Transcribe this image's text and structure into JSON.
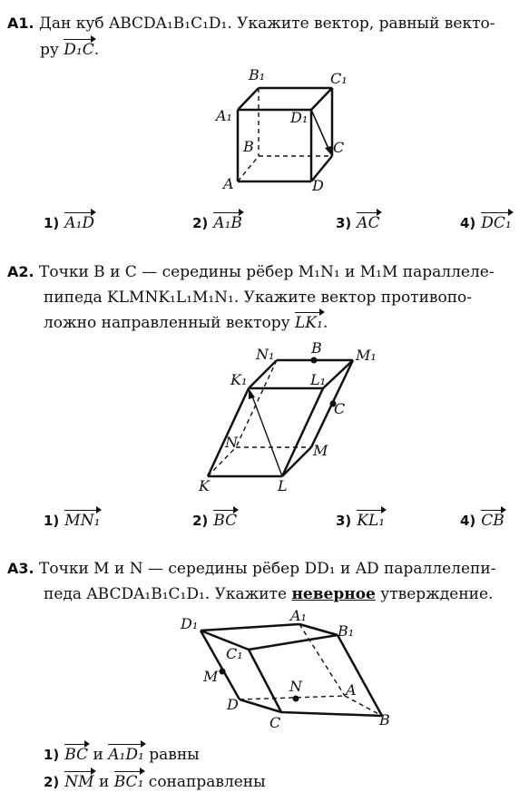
{
  "a1": {
    "num": "A1.",
    "line1": "Дан куб ABCDA₁B₁C₁D₁. Укажите вектор, равный векто-",
    "line2_prefix": "ру",
    "vec": "D₁C",
    "line2_suffix": ".",
    "figure_labels": {
      "A1": "A₁",
      "B1": "B₁",
      "C1": "C₁",
      "D1": "D₁",
      "A": "A",
      "B": "B",
      "C": "C",
      "D": "D"
    },
    "answers": [
      "1)",
      "A₁D",
      "2)",
      "A₁B",
      "3)",
      "AC",
      "4)",
      "DC₁"
    ]
  },
  "a2": {
    "num": "A2.",
    "line1": "Точки B и C — середины рёбер M₁N₁ и M₁M параллеле-",
    "line2": "пипеда KLMNK₁L₁M₁N₁. Укажите вектор противопо-",
    "line3_prefix": "ложно направленный вектору",
    "vec": "LK₁",
    "line3_suffix": ".",
    "figure_labels": {
      "N1": "N₁",
      "B": "B",
      "M1": "M₁",
      "K1": "K₁",
      "L1": "L₁",
      "C": "C",
      "N": "N",
      "M": "M",
      "K": "K",
      "L": "L"
    },
    "answers": [
      "1)",
      "MN₁",
      "2)",
      "BC",
      "3)",
      "KL₁",
      "4)",
      "CB"
    ]
  },
  "a3": {
    "num": "A3.",
    "line1": "Точки M и N — середины рёбер DD₁ и AD параллелепи-",
    "line2_prefix": "педа ABCDA₁B₁C₁D₁. Укажите",
    "line2_under": "неверное",
    "line2_suffix": "утверждение.",
    "figure_labels": {
      "D1": "D₁",
      "A1": "A₁",
      "B1": "B₁",
      "C1": "C₁",
      "M": "M",
      "N": "N",
      "D": "D",
      "A": "A",
      "C": "C",
      "B": "B"
    },
    "answers": [
      {
        "n": "1)",
        "v1": "BC",
        "mid": "и",
        "v2": "A₁D₁",
        "tail": "равны"
      },
      {
        "n": "2)",
        "v1": "NM",
        "mid": "и",
        "v2": "BC₁",
        "tail": "сонаправлены"
      }
    ]
  }
}
